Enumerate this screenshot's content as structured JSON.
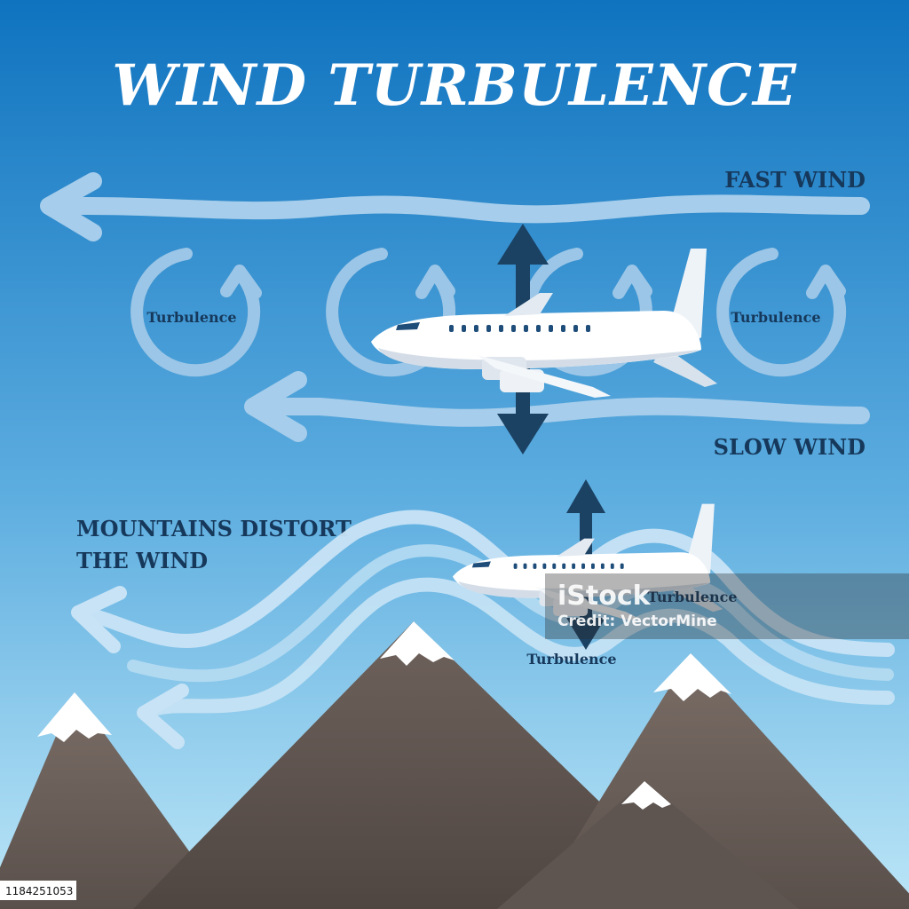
{
  "title": "WIND TURBULENCE",
  "labels": {
    "fast_wind": "FAST WIND",
    "slow_wind": "SLOW WIND",
    "mountains_line1": "MOUNTAINS DISTORT",
    "mountains_line2": "THE WIND",
    "turbulence": "Turbulence"
  },
  "watermark": {
    "brand": "iStock",
    "credit": "Credit: VectorMine"
  },
  "stock_id": "1184251053",
  "colors": {
    "sky_top": "#0f73bf",
    "sky_bottom": "#b9e4f6",
    "label_navy": "#16385b",
    "arrow_navy": "#1b4163",
    "mountain": "#655a55",
    "snow": "#ffffff"
  }
}
